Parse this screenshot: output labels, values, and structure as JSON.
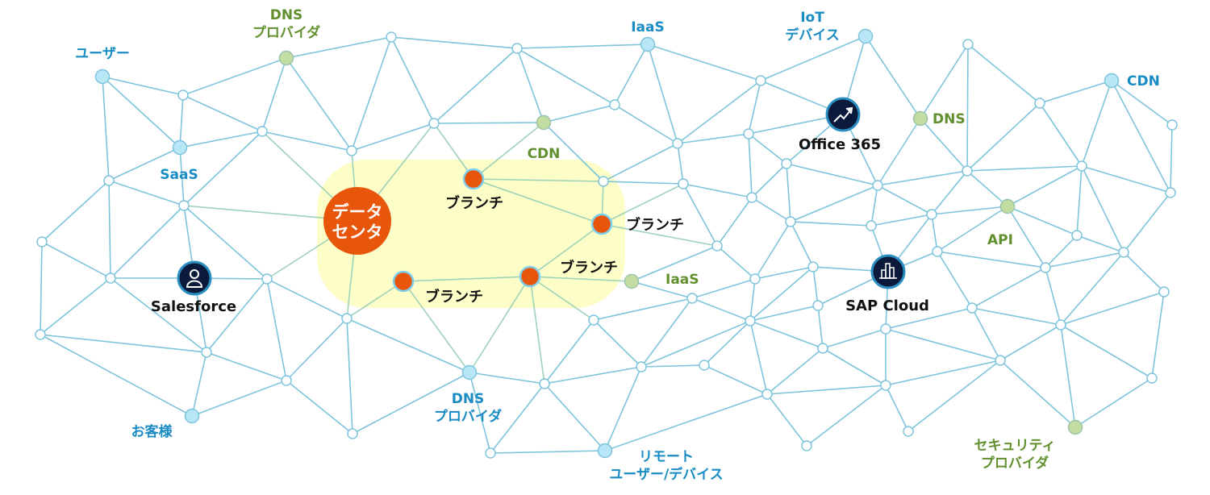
{
  "diagram": {
    "colors": {
      "link": "#7ec4dc",
      "link_in_zone": "#9fd3b8",
      "trunk": "#e8560c",
      "zone": "#fdfdc8",
      "node_white": "#ffffff",
      "node_blue": "#b8e6f6",
      "node_green": "#c2dca2",
      "node_orange": "#e8560c",
      "icon_bg": "#0b1a3a"
    },
    "hub": {
      "line1": "データ",
      "line2": "センタ"
    },
    "branches": [
      "ブランチ",
      "ブランチ",
      "ブランチ",
      "ブランチ"
    ],
    "services": {
      "salesforce": "Salesforce",
      "office365": "Office 365",
      "sap_cloud": "SAP Cloud"
    },
    "labels": {
      "users": "ユーザー",
      "dns_provider_top": {
        "line1": "DNS",
        "line2": "プロバイダ"
      },
      "iaas_top": "IaaS",
      "iot": {
        "line1": "IoT",
        "line2": "デバイス"
      },
      "cdn_right": "CDN",
      "saas": "SaaS",
      "cdn_center": "CDN",
      "dns_right": "DNS",
      "api": "API",
      "iaas_center": "IaaS",
      "customers": "お客様",
      "dns_provider_bottom": {
        "line1": "DNS",
        "line2": "プロバイダ"
      },
      "remote": {
        "line1": "リモート",
        "line2": "ユーザー/デバイス"
      },
      "security": {
        "line1": "セキュリティ",
        "line2": "プロバイダ"
      }
    }
  }
}
